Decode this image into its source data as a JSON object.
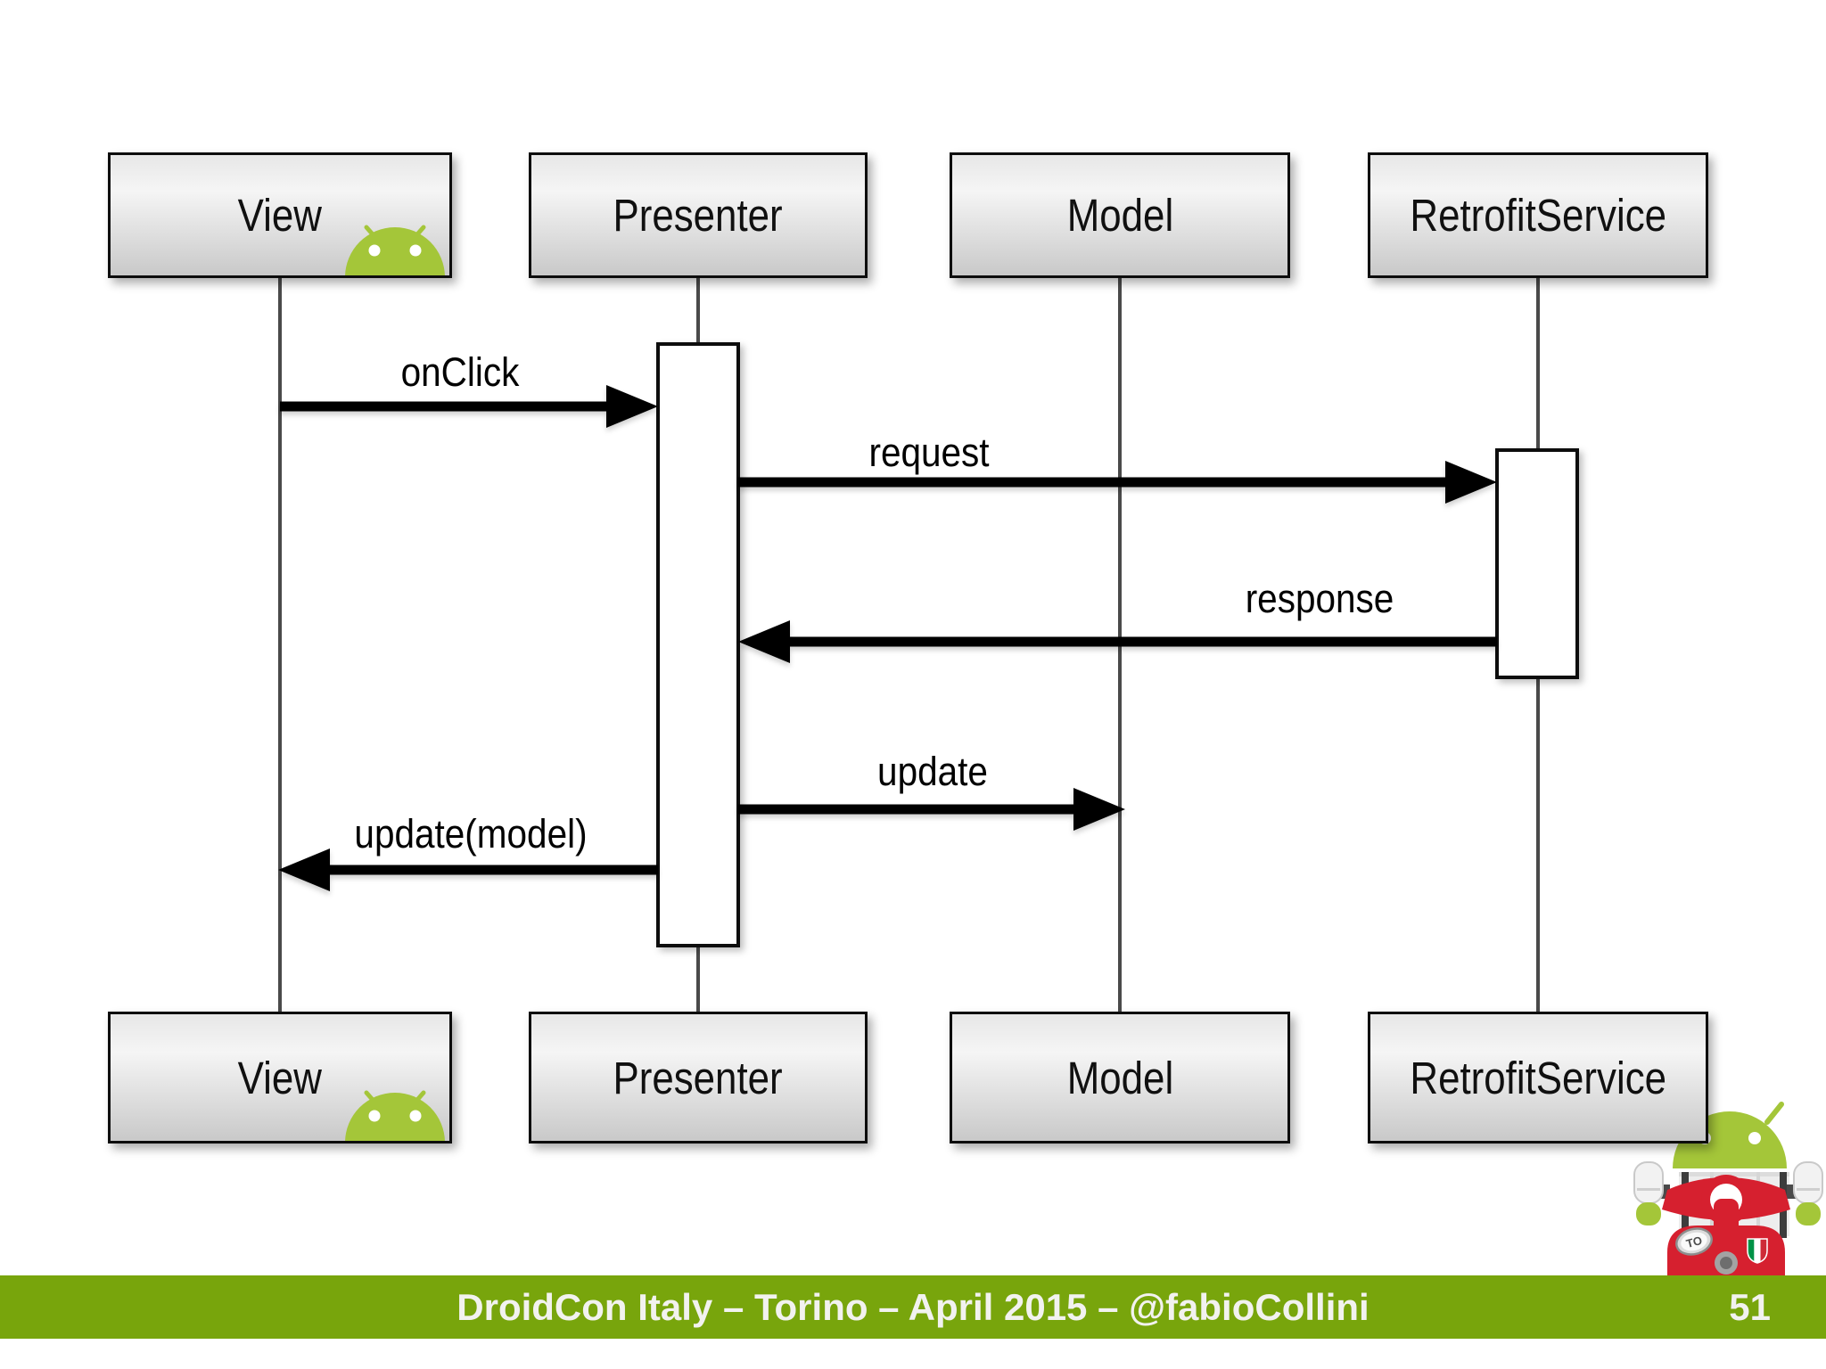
{
  "slide": {
    "kind": "presentation-slide-sequence-diagram",
    "background_color": "#ffffff"
  },
  "diagram": {
    "type": "uml-sequence",
    "participants": [
      {
        "id": "view",
        "label": "View",
        "android_icon": true
      },
      {
        "id": "presenter",
        "label": "Presenter",
        "android_icon": false
      },
      {
        "id": "model",
        "label": "Model",
        "android_icon": false
      },
      {
        "id": "retrofitservice",
        "label": "RetrofitService",
        "android_icon": false
      }
    ],
    "messages": [
      {
        "order": 1,
        "label": "onClick",
        "from": "View",
        "to": "Presenter"
      },
      {
        "order": 2,
        "label": "request",
        "from": "Presenter",
        "to": "RetrofitService"
      },
      {
        "order": 3,
        "label": "response",
        "from": "RetrofitService",
        "to": "Presenter"
      },
      {
        "order": 4,
        "label": "update",
        "from": "Presenter",
        "to": "Model"
      },
      {
        "order": 5,
        "label": "update(model)",
        "from": "Presenter",
        "to": "View"
      }
    ],
    "activations": [
      {
        "participant": "Presenter",
        "spans_messages": "onClick..update(model)"
      },
      {
        "participant": "RetrofitService",
        "spans_messages": "request..response"
      }
    ]
  },
  "footer": {
    "text": "DroidCon Italy – Torino – April 2015 – @fabioCollini",
    "page_number": "51",
    "bar_color": "#78a50c",
    "text_color": "#f2f2ef"
  },
  "logo": {
    "icon": "droidcon-torino-android-scooter",
    "badge_text": "TO",
    "android_green": "#a4c639",
    "scooter_red": "#d6202f",
    "flag_colors": [
      "#009246",
      "#ffffff",
      "#ce2b37"
    ]
  },
  "colors": {
    "box_border": "#0d0d0d",
    "lifeline": "#4a4a4a",
    "arrow": "#000000",
    "android_green": "#a4c639"
  }
}
